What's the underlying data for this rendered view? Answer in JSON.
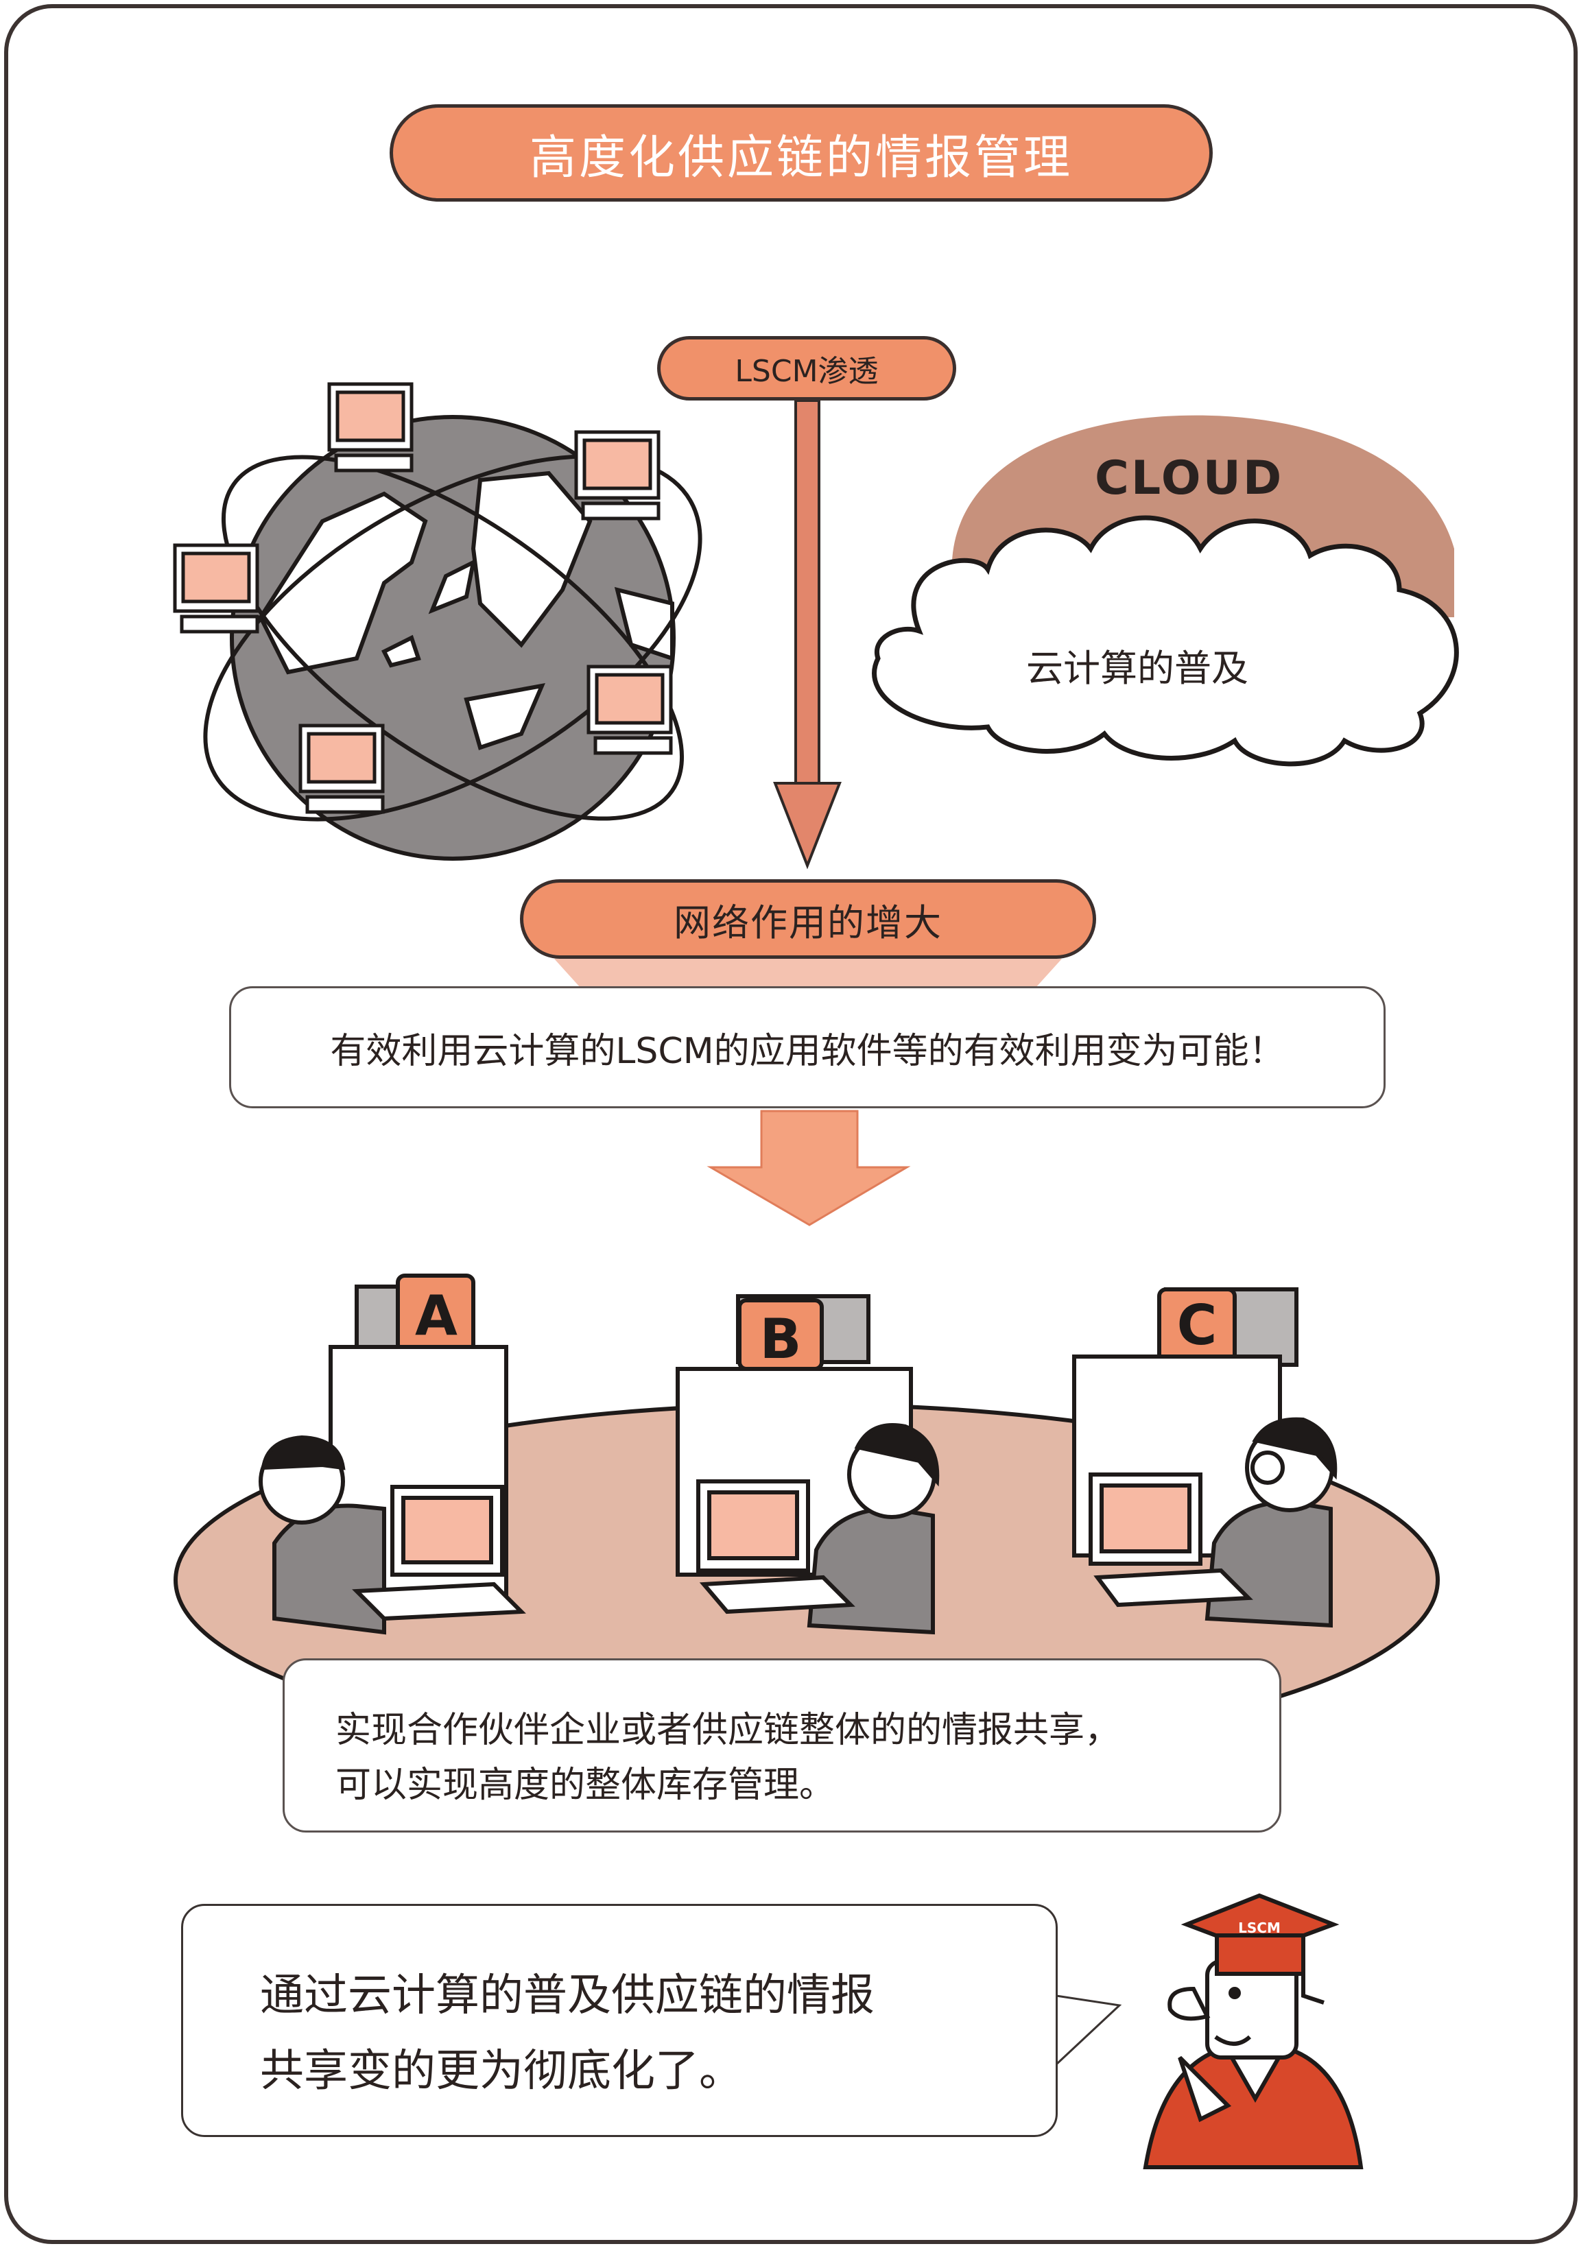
{
  "title": "高度化供应链的情报管理",
  "lscm_label": "LSCM渗透",
  "cloud_word": "CLOUD",
  "cloud_label": "云计算的普及",
  "network_label": "网络作用的增大",
  "enable_text": "有效利用云计算的LSCM的应用软件等的有效利用变为可能！",
  "companies": [
    "A",
    "B",
    "C"
  ],
  "sharing_text": [
    "实现合作伙伴企业或者供应链整体的的情报共享，",
    "可以实现高度的整体库存管理。"
  ],
  "conclusion_text": [
    "通过云计算的普及供应链的情报",
    "共享变的更为彻底化了。"
  ],
  "mascot_hat": "LSCM",
  "colors": {
    "accent": "#f0916a",
    "salmon_light": "#f7b9a3",
    "table": "#e2b8a6",
    "dark": "#3a2f2d"
  }
}
